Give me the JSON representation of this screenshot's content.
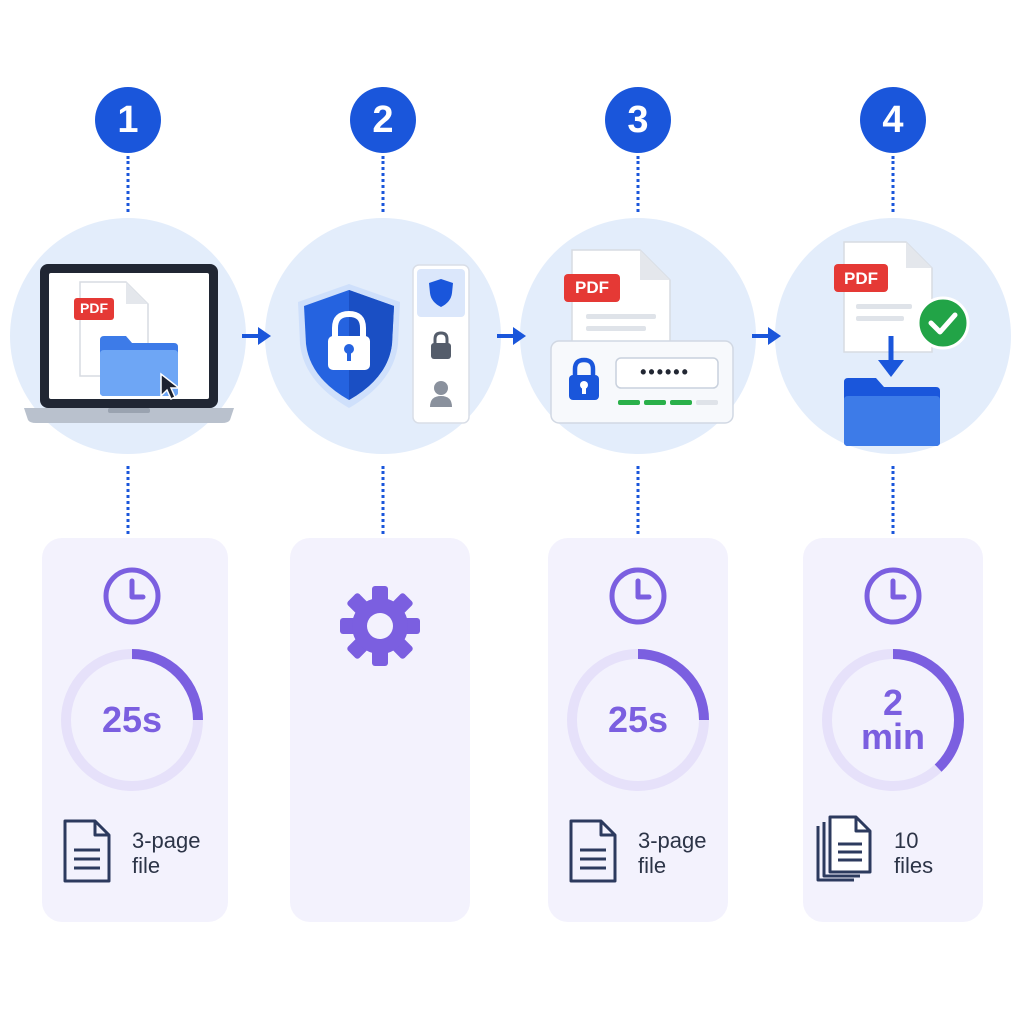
{
  "steps": [
    {
      "number": "1"
    },
    {
      "number": "2"
    },
    {
      "number": "3"
    },
    {
      "number": "4"
    }
  ],
  "icons": {
    "step1": [
      "laptop-icon",
      "pdf-file-icon",
      "folder-icon",
      "cursor-icon"
    ],
    "step2": [
      "shield-lock-icon",
      "shield-icon",
      "lock-icon",
      "user-icon"
    ],
    "step3": [
      "pdf-file-icon",
      "lock-icon",
      "password-field"
    ],
    "step4": [
      "pdf-file-icon",
      "check-icon",
      "download-arrow-icon",
      "folder-icon"
    ]
  },
  "pdf_label": "PDF",
  "password_mask": "••••••",
  "cards": [
    {
      "clock": "clock-icon",
      "time_line1": "25s",
      "time_line2": "",
      "progress": 0.25,
      "file_icon": "document-icon",
      "file_line1": "3-page",
      "file_line2": "file"
    },
    {
      "gear": "gear-icon"
    },
    {
      "clock": "clock-icon",
      "time_line1": "25s",
      "time_line2": "",
      "progress": 0.25,
      "file_icon": "document-icon",
      "file_line1": "3-page",
      "file_line2": "file"
    },
    {
      "clock": "clock-icon",
      "time_line1": "2",
      "time_line2": "min",
      "progress": 0.38,
      "file_icon": "documents-stack-icon",
      "file_line1": "10",
      "file_line2": "files"
    }
  ],
  "colors": {
    "blue": "#1a56db",
    "light_blue_circle": "#e3edfb",
    "purple": "#7b5fe0",
    "ring_track": "#e6e1fa",
    "card_bg": "#f3f2fd",
    "pdf_red": "#e53935",
    "green": "#22a447",
    "folder_blue": "#3d7be8"
  }
}
